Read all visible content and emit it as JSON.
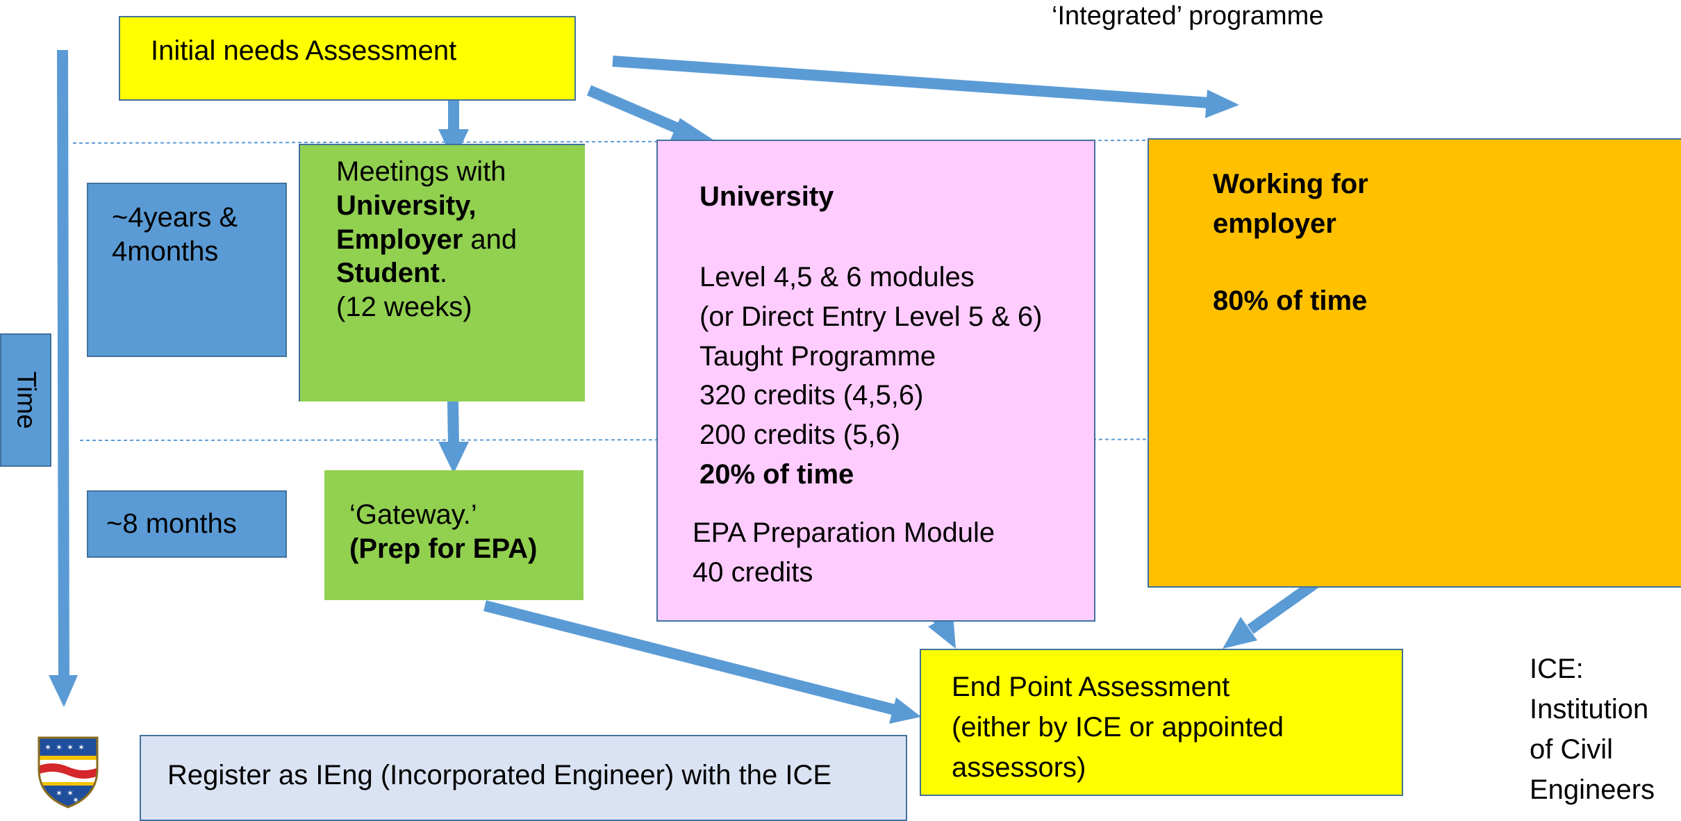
{
  "header": {
    "integrated": "‘Integrated’ programme"
  },
  "time_axis": {
    "label": "Time"
  },
  "durations": {
    "first": "~4years &\n4months",
    "second": "~8 months"
  },
  "initial_needs": {
    "label": "Initial needs Assessment"
  },
  "meetings": {
    "line1": "Meetings with",
    "university": "University,",
    "employer": "Employer",
    "and": " and",
    "student": "Student",
    "period": ".",
    "weeks": "(12 weeks)"
  },
  "gateway": {
    "line1": "‘Gateway.’",
    "line2": "(Prep for EPA)"
  },
  "university_box": {
    "title": "University",
    "body": "Level 4,5 & 6  modules\n(or Direct Entry Level 5 & 6)\nTaught Programme\n320 credits (4,5,6)\n200 credits (5,6)",
    "time_share": "20% of time",
    "epa_module": "EPA Preparation Module\n40 credits"
  },
  "employer_box": {
    "title": "Working for\nemployer",
    "time_share": "80% of time"
  },
  "end_point": {
    "text": "End Point Assessment\n(either by ICE or appointed\nassessors)"
  },
  "register": {
    "text": "Register as IEng (Incorporated Engineer) with the ICE"
  },
  "ice_note": {
    "text": "ICE:\nInstitution\nof Civil\nEngineers"
  },
  "colors": {
    "yellow": "#ffff00",
    "green": "#92d050",
    "pink": "#ffccff",
    "orange": "#ffc000",
    "blue": "#5b9bd5",
    "light_blue": "#dae3f3",
    "border": "#41719c"
  },
  "icons": {
    "crest": "university-crest-icon"
  }
}
